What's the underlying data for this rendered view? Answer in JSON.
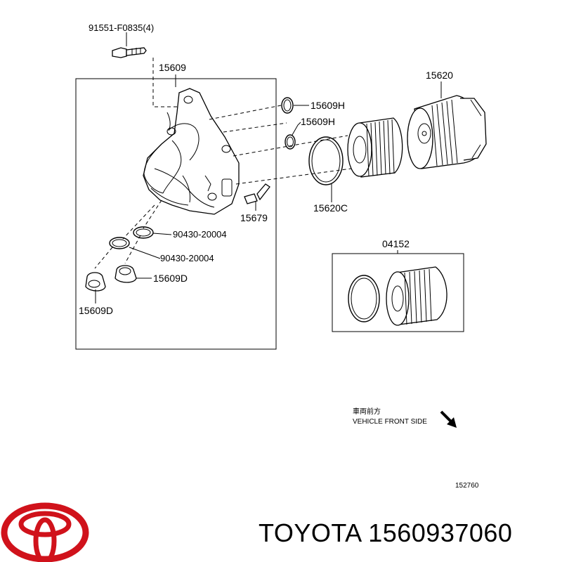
{
  "labels": {
    "bolt": "91551-F0835(4)",
    "housing": "15609",
    "oring_h1": "15609H",
    "oring_h2": "15609H",
    "cap": "15620",
    "oring_c": "15620C",
    "clip": "15679",
    "gasket1": "90430-20004",
    "gasket2": "90430-20004",
    "plug1": "15609D",
    "plug2": "15609D",
    "kit": "04152"
  },
  "note": {
    "jp": "車両前方",
    "en": "VEHICLE FRONT SIDE"
  },
  "diagram_id": "152760",
  "footer": {
    "brand": "TOYOTA",
    "part_number": "1560937060"
  },
  "colors": {
    "logo": "#d0121b",
    "ink": "#000000"
  }
}
